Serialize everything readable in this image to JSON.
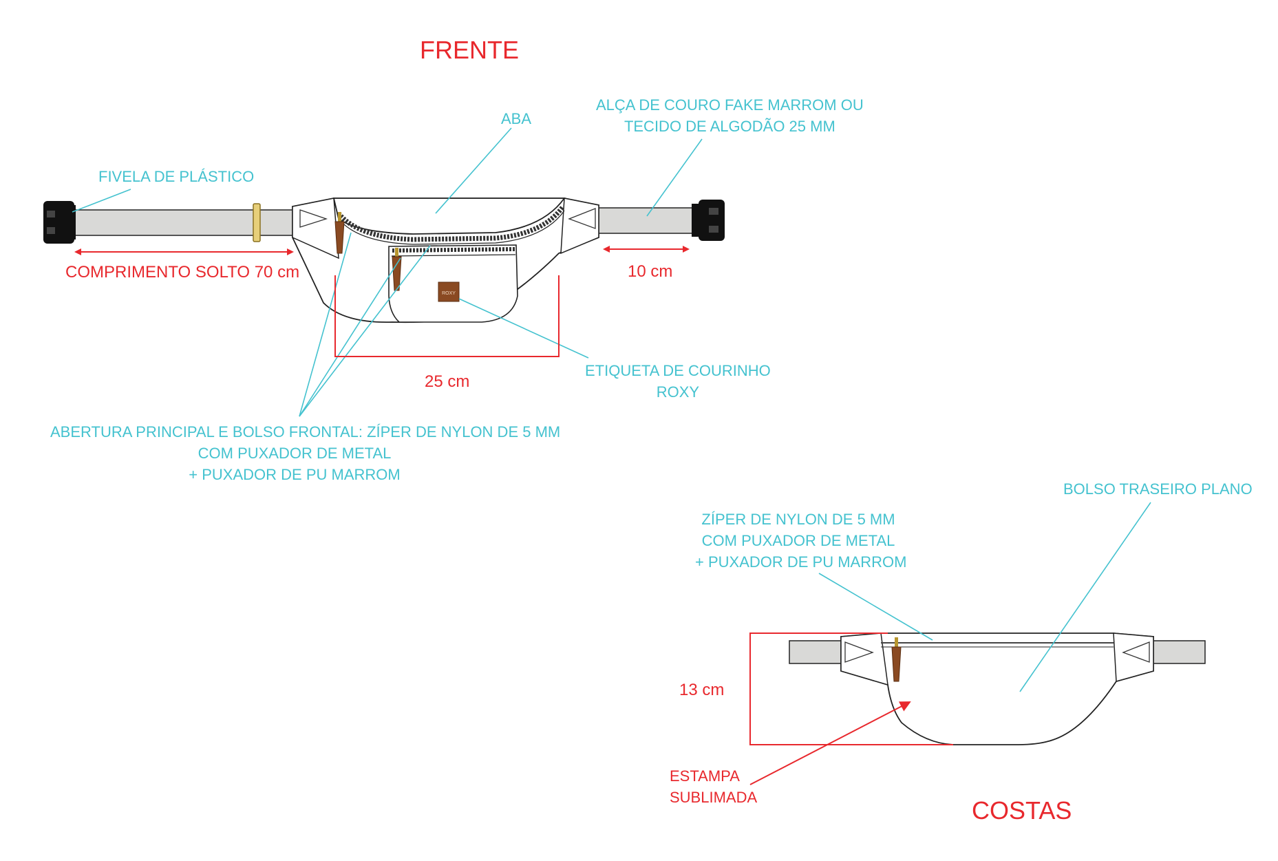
{
  "titles": {
    "front": "FRENTE",
    "back": "COSTAS"
  },
  "front_labels": {
    "aba": "ABA",
    "strap": [
      "ALÇA DE COURO FAKE MARROM OU",
      "TECIDO DE ALGODÃO 25 MM"
    ],
    "buckle": "FIVELA DE PLÁSTICO",
    "label_tag": [
      "ETIQUETA DE COURINHO",
      "ROXY"
    ],
    "zipper": [
      "ABERTURA PRINCIPAL E BOLSO FRONTAL: ZÍPER DE NYLON DE 5 MM",
      "COM PUXADOR DE METAL",
      "+ PUXADOR DE PU MARROM"
    ],
    "tag_text": "ROXY"
  },
  "front_dimensions": {
    "strap_length": "COMPRIMENTO SOLTO 70 cm",
    "strap_end": "10 cm",
    "width": "25 cm"
  },
  "back_labels": {
    "back_pocket": "BOLSO TRASEIRO PLANO",
    "zipper": [
      "ZÍPER DE NYLON DE 5 MM",
      "COM PUXADOR DE METAL",
      "+ PUXADOR DE PU MARROM"
    ],
    "print": [
      "ESTAMPA",
      "SUBLIMADA"
    ]
  },
  "back_dimensions": {
    "height": "13 cm"
  },
  "colors": {
    "callout": "#44c2cf",
    "dimension": "#e8282d",
    "strap_fill": "#d9d9d7",
    "leather": "#8a4a22",
    "metal": "#b8962e"
  }
}
